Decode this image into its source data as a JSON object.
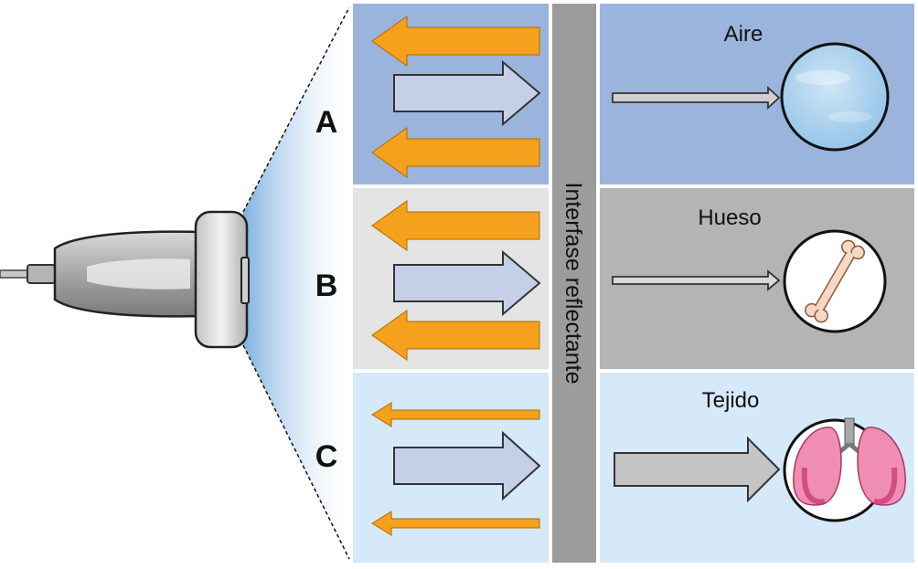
{
  "interface_label": "Interfase reflectante",
  "rows": [
    {
      "letter": "A",
      "material": "Aire",
      "material_icon": "air-bubble-icon"
    },
    {
      "letter": "B",
      "material": "Hueso",
      "material_icon": "bone-icon"
    },
    {
      "letter": "C",
      "material": "Tejido",
      "material_icon": "lungs-icon"
    }
  ],
  "colors": {
    "row_a_bg": "#9bb4dc",
    "row_b_bg": "#e4e4e4",
    "row_b_right_bg": "#b4b4b4",
    "row_c_bg": "#d5e9f8",
    "interface_bar": "#9c9c9c",
    "reflected_arrow": "#f5a11c",
    "incident_arrow": "#c5d0e8",
    "transmitted_arrow": "#cfcfcf"
  }
}
